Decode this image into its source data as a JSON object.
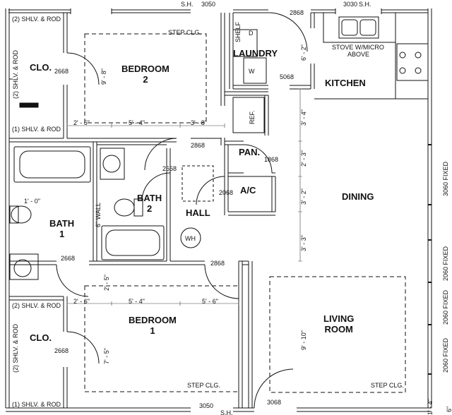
{
  "rooms": {
    "bedroom2": {
      "name": "BEDROOM",
      "number": "2"
    },
    "bedroom1": {
      "name": "BEDROOM",
      "number": "1"
    },
    "bath2": {
      "name": "BATH",
      "number": "2"
    },
    "bath1": {
      "name": "BATH",
      "number": "1"
    },
    "closet_top": "CLO.",
    "closet_bottom": "CLO.",
    "laundry": "LAUNDRY",
    "kitchen": "KITCHEN",
    "pantry": "PAN.",
    "ac": "A/C",
    "hall": "HALL",
    "dining": "DINING",
    "living": {
      "line1": "LIVING",
      "line2": "ROOM"
    }
  },
  "notes": {
    "step_clg_top": "STEP CLG.",
    "step_clg_bed1": "STEP CLG.",
    "step_clg_living": "STEP CLG.",
    "shlv_rod_2_top": "(2) SHLV. & ROD",
    "shlv_rod_1_top": "(1) SHLV. & ROD",
    "shlv_rod_2_side": "(2) SHLV. & ROD",
    "shlv_rod_2_bottom": "(2) SHLV. & ROD",
    "shlv_rod_1_bottom": "(1) SHLV. & ROD",
    "shlv_rod_2_side_bottom": "(2) SHLV. & ROD",
    "shelf": "SHELF",
    "washer": "W",
    "dryer": "D",
    "ref": "REF.",
    "wh": "WH",
    "stove_line1": "STOVE W/MICRO",
    "stove_line2": "ABOVE",
    "wall_6in": "6\" WALL"
  },
  "doors": {
    "clo_top": "2668",
    "clo_bottom": "2668",
    "bed2": "2868",
    "bath2": "2668",
    "hall_ac": "2068",
    "pantry": "1868",
    "laundry_top": "2868",
    "laundry_side": "5068",
    "bath1": "2668",
    "bed1": "2868",
    "entry": "3068"
  },
  "windows": {
    "top_left": "3050",
    "top_left_sh": "S.H.",
    "top_right": "3030",
    "top_right_sh": "S.H.",
    "bottom": "3050",
    "bottom_sh": "S.H.",
    "right_1": "3060 FIXED",
    "right_2": "2060 FIXED",
    "right_3": "2060 FIXED",
    "right_4": "2060 FIXED"
  },
  "dims": {
    "bed2_width_a": "2' - 6\"",
    "bed2_width_b": "5' - 4\"",
    "bed2_width_c": "3' - 8\"",
    "bed2_depth": "9' - 8\"",
    "bed1_width_a": "2' - 6\"",
    "bed1_width_b": "5' - 4\"",
    "bed1_width_c": "5' - 6\"",
    "bed1_depth": "7' - 5\"",
    "bath_gap": "2' - 5\"",
    "bath1_clear": "1' - 0\"",
    "laundry_depth": "6' - 2\"",
    "kitchen_a": "3' - 4\"",
    "kitchen_b": "2' - 3\"",
    "kitchen_c": "3' - 2\"",
    "kitchen_d": "3' - 3\"",
    "living_depth": "9' - 10\"",
    "bottom_right": "1' - 4\"",
    "right_edge": "6\""
  }
}
